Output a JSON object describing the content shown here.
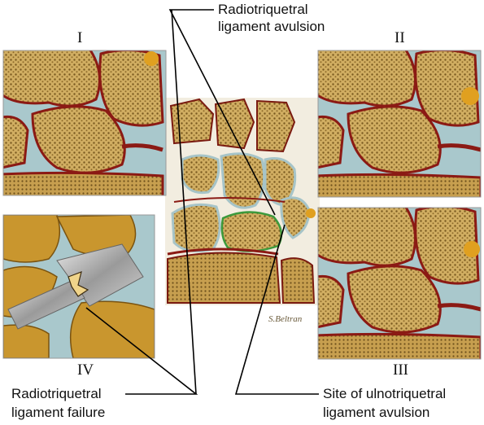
{
  "panels": {
    "stage_1": "I",
    "stage_2": "II",
    "stage_3": "III",
    "stage_4": "IV"
  },
  "labels": {
    "radiotriquetral_avulsion": [
      "Radiotriquetral",
      "ligament avulsion"
    ],
    "radiotriquetral_failure": [
      "Radiotriquetral",
      "ligament failure"
    ],
    "ulnotriquetral_avulsion": [
      "Site of ulnotriquetral",
      "ligament avulsion"
    ]
  },
  "signature": "S.Beltran",
  "colors": {
    "bone": "#c9a556",
    "bone_dark": "#8f6f2c",
    "cartilage": "#a9c8cc",
    "vessel_red": "#8b1a14",
    "ligament_gray": "#b8b8b8",
    "highlight_green": "#3c9a3c",
    "leader_line": "#000000"
  }
}
